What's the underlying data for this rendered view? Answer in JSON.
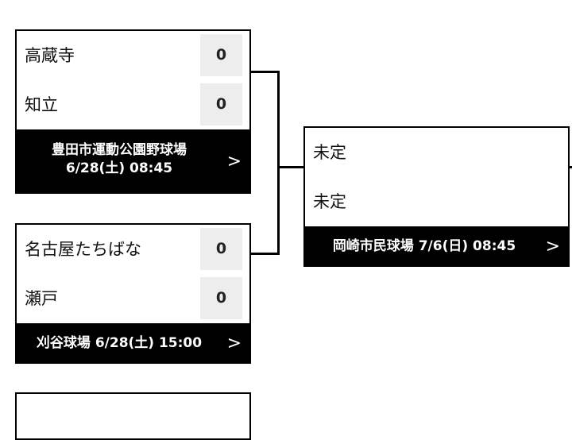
{
  "matches": [
    {
      "teams": [
        {
          "name": "高蔵寺",
          "score": "0"
        },
        {
          "name": "知立",
          "score": "0"
        }
      ],
      "venue_line1": "豊田市運動公園野球場",
      "venue_line2": "6/28(土) 08:45"
    },
    {
      "teams": [
        {
          "name": "名古屋たちばな",
          "score": "0"
        },
        {
          "name": "瀬戸",
          "score": "0"
        }
      ],
      "venue_line1": "刈谷球場 6/28(土) 15:00"
    },
    {
      "teams": [
        {
          "name": "未定"
        },
        {
          "name": "未定"
        }
      ],
      "venue_line1": "岡崎市民球場 7/6(日) 08:45"
    }
  ],
  "detail_arrow": ">"
}
